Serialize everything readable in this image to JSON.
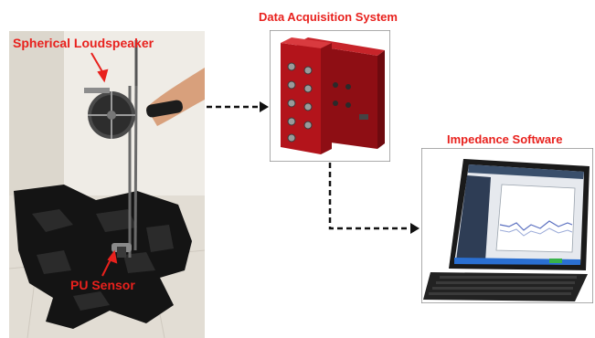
{
  "labels": {
    "spherical_loudspeaker": "Spherical Loudspeaker",
    "pu_sensor": "PU Sensor",
    "data_acquisition": "Data Acquisition System",
    "impedance_software": "Impedance Software"
  },
  "colors": {
    "label_red": "#e8211d",
    "daq_red": "#b3141b",
    "foam_black": "#141414",
    "connector_dash": "#111111"
  }
}
